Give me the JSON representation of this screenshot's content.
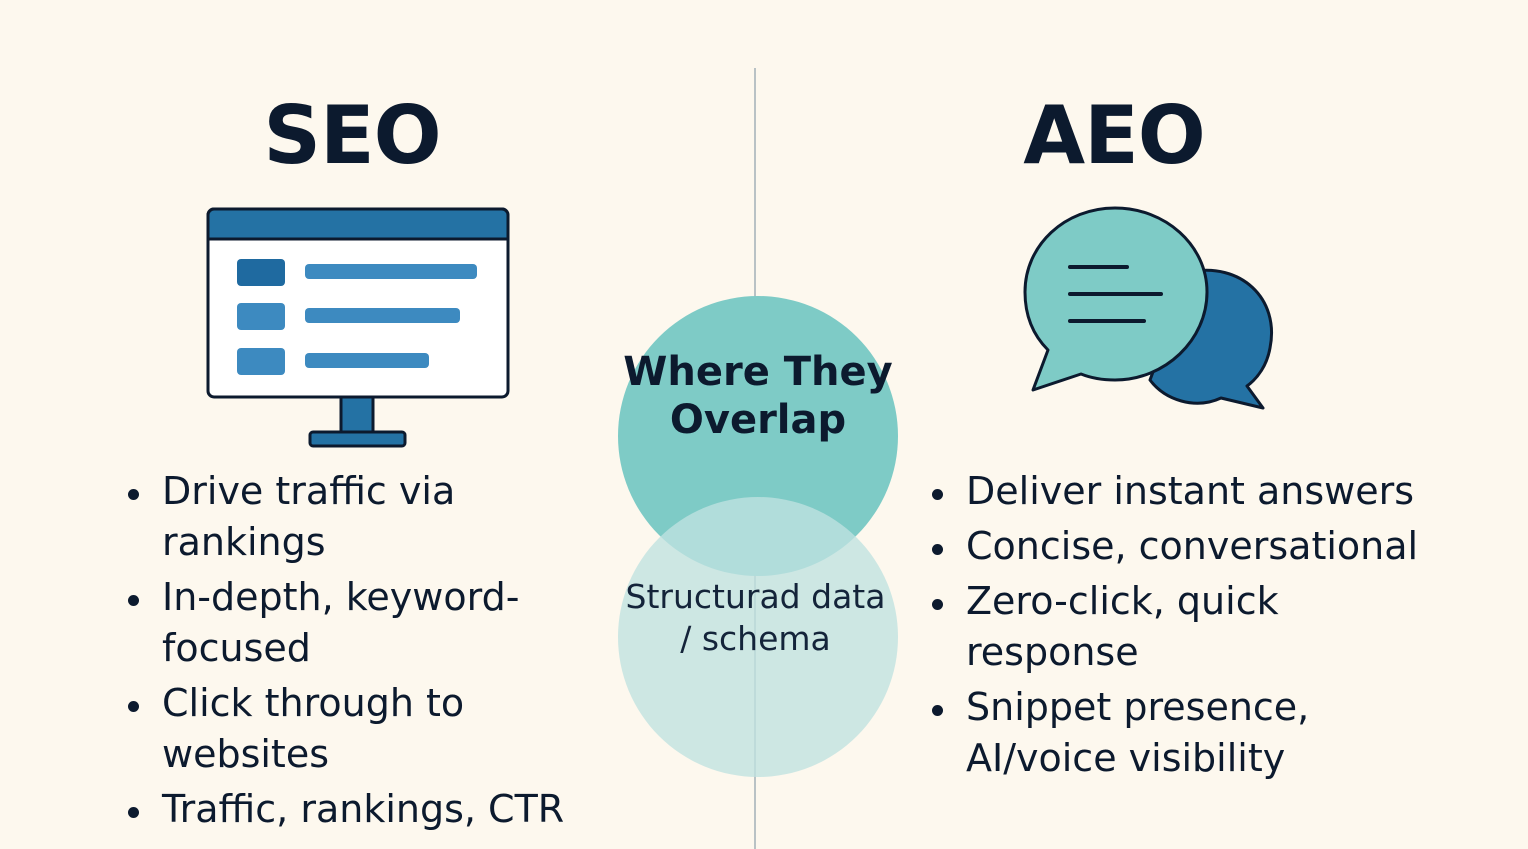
{
  "left": {
    "title": "SEO",
    "icon": "monitor-search-results-icon",
    "bullets": [
      "Drive traffic via rankings",
      "In-depth, keyword-focused",
      "Click through to websites",
      "Traffic, rankings, CTR"
    ]
  },
  "right": {
    "title": "AEO",
    "icon": "chat-bubbles-icon",
    "bullets": [
      "Deliver instant answers",
      "Concise, conversational",
      "Zero-click, quick response",
      "Snippet presence, AI/voice visibility"
    ]
  },
  "overlap": {
    "title": "Where They Overlap",
    "item": "Structurad data / schema"
  },
  "colors": {
    "background": "#fdf8ee",
    "text": "#0c1a2e",
    "teal": "#7ecbc6",
    "light_teal": "#bfe2e0",
    "blue": "#2472a4",
    "mid_blue": "#3d8ac0"
  }
}
